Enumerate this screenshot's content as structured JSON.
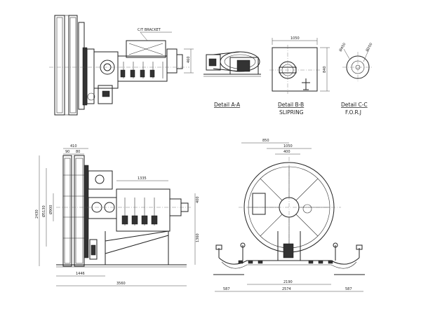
{
  "callouts": {
    "cit_bracket": "C/T BRACKET"
  },
  "details": [
    {
      "title": "Detail A-A",
      "subtitle": ""
    },
    {
      "title": "Detail B-B",
      "subtitle": "SLIPRING"
    },
    {
      "title": "Detail C-C",
      "subtitle": "F.O.R.J"
    }
  ],
  "dimensions": {
    "top_side_height": "460",
    "slipring_width": "1050",
    "slipring_height": "840",
    "forj_dia_outer": "Ø450",
    "forj_dia_inner": "Ø200",
    "side_w1": "410",
    "side_w2": "90",
    "side_w3": "80",
    "side_dia_outer": "Ø5130",
    "side_dia_inner": "Ø900",
    "side_total_height": "2430",
    "side_span": "1335",
    "side_small": "400",
    "side_lower_height": "1360",
    "side_base_a": "1446",
    "side_base_total": "3560",
    "front_top": "850",
    "front_mid": "1050",
    "front_inner": "400",
    "front_base_center": "2190",
    "front_base_total": "2574",
    "front_left": "587",
    "front_right": "587"
  }
}
